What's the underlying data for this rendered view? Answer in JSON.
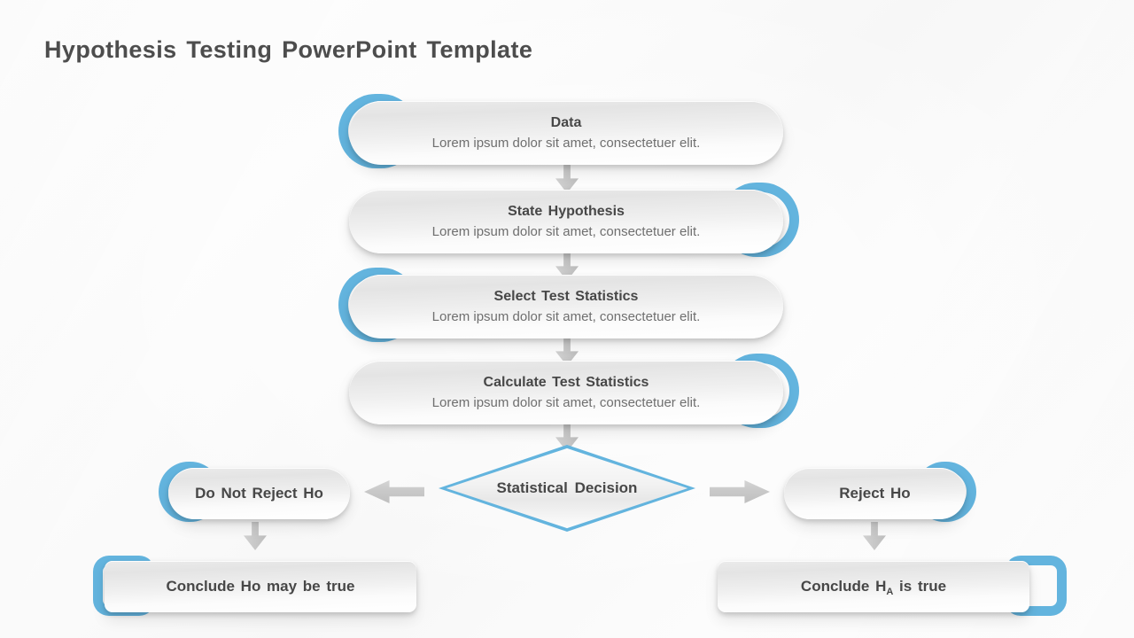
{
  "page": {
    "title": "Hypothesis Testing PowerPoint Template",
    "accent_color": "#63b4de",
    "arrow_color": "#c8c8c8",
    "title_color": "#4d4d4d",
    "background_color": "#fafafa"
  },
  "flow": {
    "steps": [
      {
        "id": "data",
        "title": "Data",
        "subtitle": "Lorem ipsum dolor sit amet, consectetuer elit.",
        "accent_side": "left"
      },
      {
        "id": "state-hypothesis",
        "title": "State Hypothesis",
        "subtitle": "Lorem ipsum dolor sit amet, consectetuer elit.",
        "accent_side": "right"
      },
      {
        "id": "select-test-statistics",
        "title": "Select Test Statistics",
        "subtitle": "Lorem ipsum dolor sit amet, consectetuer elit.",
        "accent_side": "left"
      },
      {
        "id": "calculate-test-statistics",
        "title": "Calculate Test Statistics",
        "subtitle": "Lorem ipsum dolor sit amet, consectetuer elit.",
        "accent_side": "right"
      }
    ],
    "decision": {
      "id": "statistical-decision",
      "label": "Statistical Decision"
    },
    "branches": [
      {
        "id": "do-not-reject-ho",
        "label": "Do Not Reject Ho",
        "accent_side": "left",
        "arrow": "left"
      },
      {
        "id": "reject-ho",
        "label": "Reject Ho",
        "accent_side": "right",
        "arrow": "right"
      }
    ],
    "conclusions": [
      {
        "id": "conclude-ho-may-be-true",
        "label": "Conclude Ho may be true",
        "label_prefix": "Conclude Ho may be true",
        "label_sub": "",
        "label_suffix": "",
        "accent_side": "left"
      },
      {
        "id": "conclude-ha-is-true",
        "label": "Conclude HA is true",
        "label_prefix": "Conclude H",
        "label_sub": "A",
        "label_suffix": " is true",
        "accent_side": "right"
      }
    ]
  }
}
